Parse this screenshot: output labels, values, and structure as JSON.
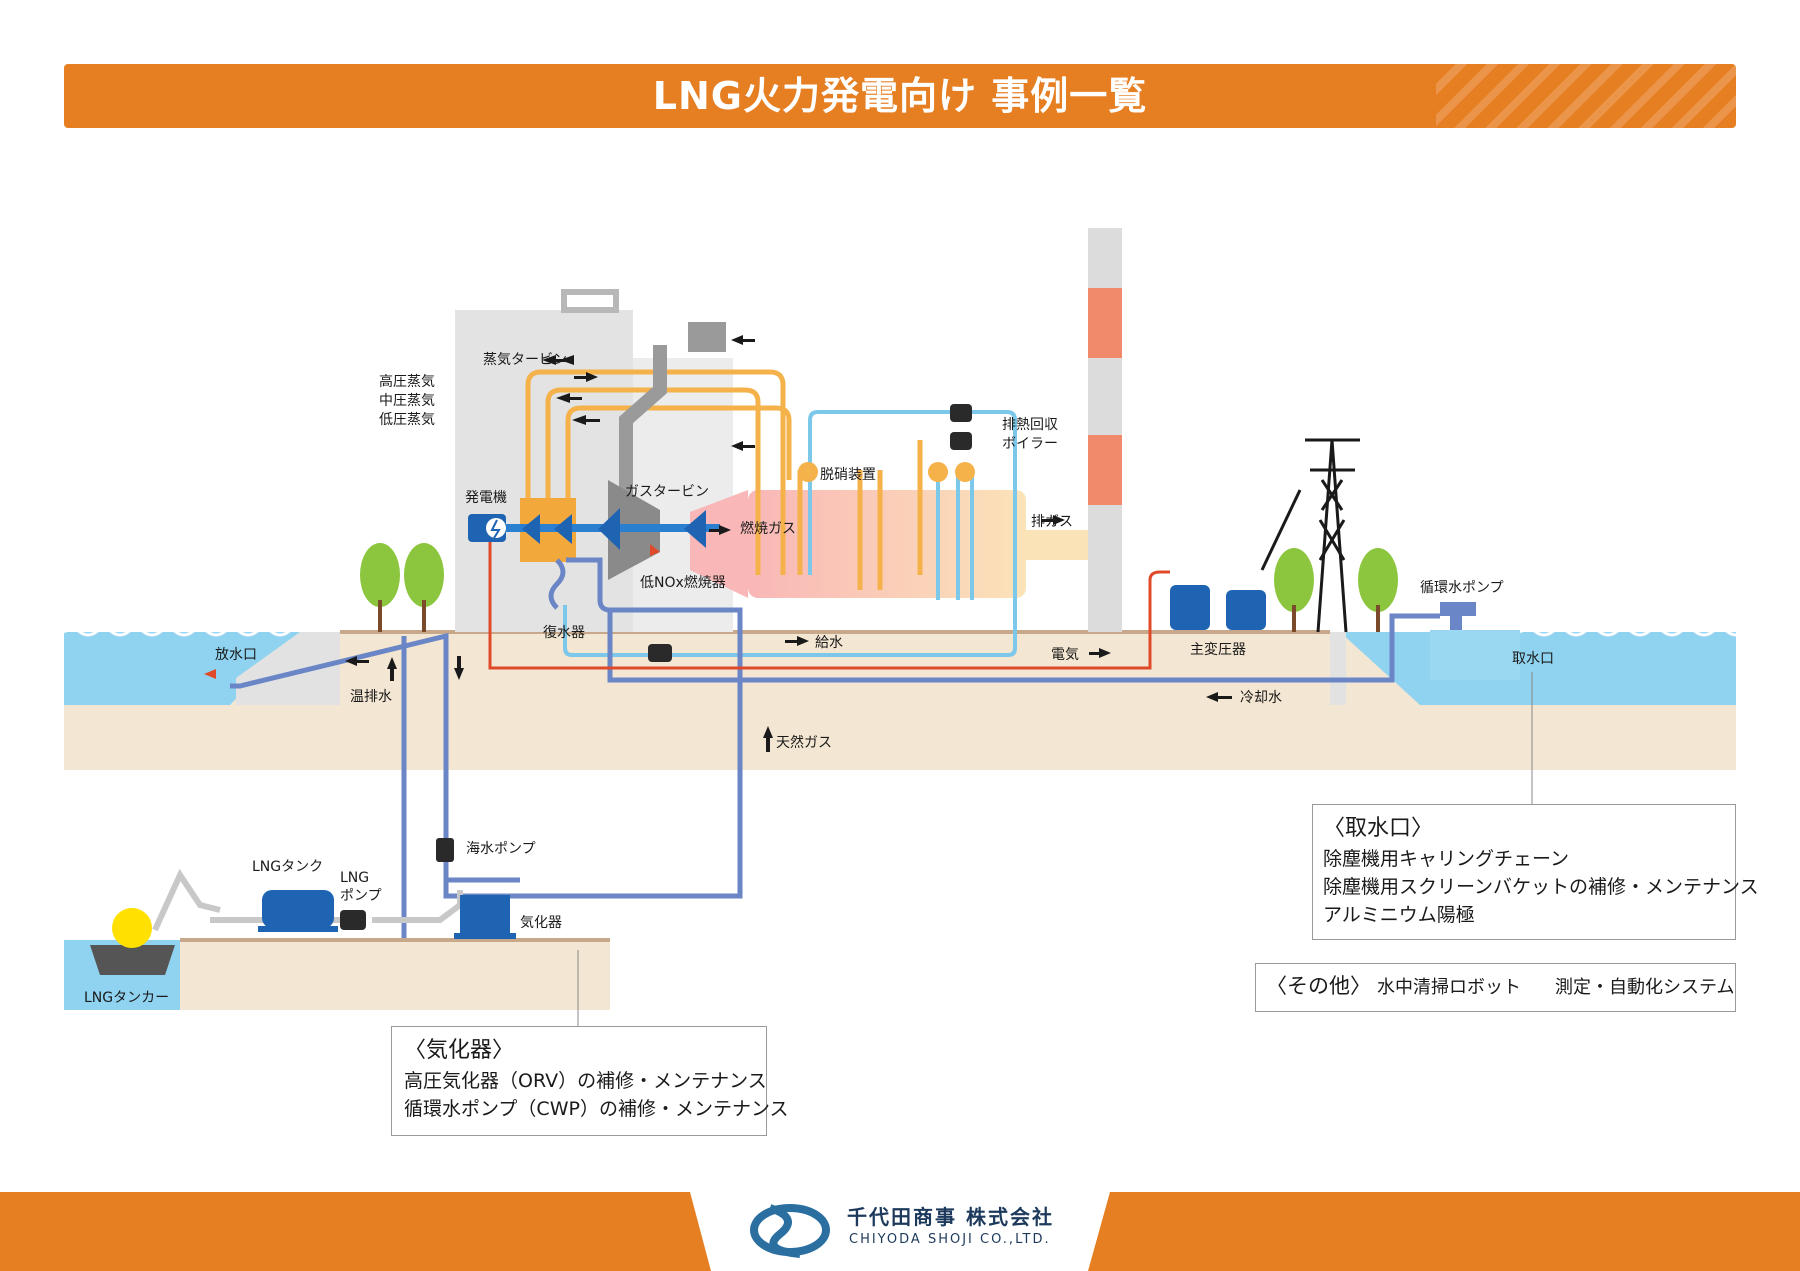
{
  "header": {
    "title": "LNG火力発電向け 事例一覧"
  },
  "diagram": {
    "steam_turbine": "蒸気タービン",
    "hp_steam": "高圧蒸気",
    "ip_steam": "中圧蒸気",
    "lp_steam": "低圧蒸気",
    "generator": "発電機",
    "gas_turbine": "ガスタービン",
    "combustion_gas": "燃焼ガス",
    "denitration": "脱硝装置",
    "hrsg_line1": "排熱回収",
    "hrsg_line2": "ボイラー",
    "exhaust_gas": "排ガス",
    "low_nox_burner": "低NOx燃焼器",
    "condenser": "復水器",
    "feed_water": "給水",
    "electricity": "電気",
    "main_transformer": "主変圧器",
    "circ_pump": "循環水ポンプ",
    "outlet": "放水口",
    "intake": "取水口",
    "warm_discharge": "温排水",
    "cooling_water": "冷却水",
    "natural_gas": "天然ガス",
    "seawater_pump": "海水ポンプ",
    "lng_tank": "LNGタンク",
    "lng_pump_line1": "LNG",
    "lng_pump_line2": "ポンプ",
    "vaporizer": "気化器",
    "lng_tanker": "LNGタンカー"
  },
  "boxes": {
    "vaporizer": {
      "heading": "〈気化器〉",
      "items": [
        "高圧気化器（ORV）の補修・メンテナンス",
        "循環水ポンプ（CWP）の補修・メンテナンス"
      ]
    },
    "intake": {
      "heading": "〈取水口〉",
      "items": [
        "除塵機用キャリングチェーン",
        "除塵機用スクリーンバケットの補修・メンテナンス",
        "アルミニウム陽極"
      ]
    },
    "other": {
      "heading": "〈その他〉",
      "items": [
        "水中清掃ロボット",
        "測定・自動化システム"
      ]
    }
  },
  "footer": {
    "company_jp": "千代田商事 株式会社",
    "company_en": "CHIYODA SHOJI CO.,LTD."
  },
  "colors": {
    "accent": "#e67e22",
    "steam": "#f5b24a",
    "water_pipe": "#6a86c6",
    "cooling_pipe": "#7cc8ea",
    "power_line": "#e04a2a",
    "sea": "#8fd3f0",
    "ground": "#f3e6d2",
    "equipment_blue": "#1f63b3",
    "tree": "#8cc63f"
  }
}
